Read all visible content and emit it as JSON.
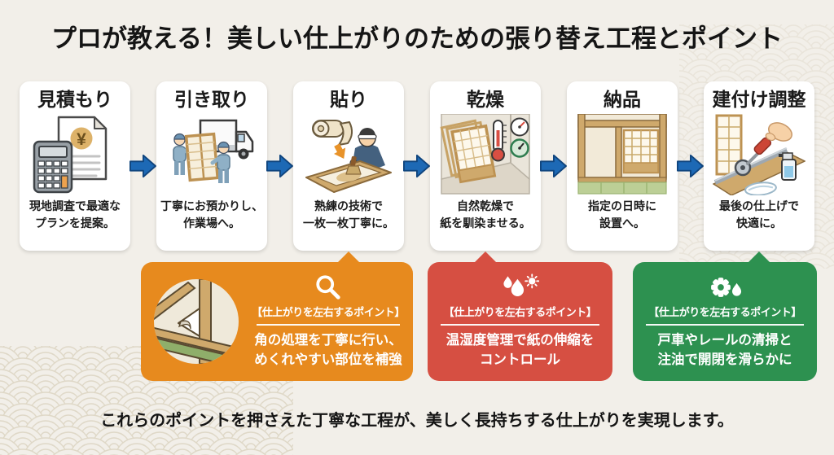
{
  "title": "プロが教える！美しい仕上がりのための張り替え工程とポイント",
  "footer": "これらのポイントを押さえた丁寧な工程が、美しく長持ちする仕上がりを実現します。",
  "colors": {
    "background": "#f2efe9",
    "card": "#ffffff",
    "arrow_blue": "#1d69b5",
    "point_orange": "#e78a1e",
    "point_red": "#d64f42",
    "point_green": "#2d9150",
    "title_text": "#151515"
  },
  "steps": [
    {
      "title": "見積もり",
      "desc": "現地調査で最適な\nプランを提案。",
      "icon": "estimate-illustration"
    },
    {
      "title": "引き取り",
      "desc": "丁寧にお預かりし、\n作業場へ。",
      "icon": "pickup-illustration"
    },
    {
      "title": "貼り",
      "desc": "熟練の技術で\n一枚一枚丁寧に。",
      "icon": "pasting-illustration"
    },
    {
      "title": "乾燥",
      "desc": "自然乾燥で\n紙を馴染ませる。",
      "icon": "drying-illustration"
    },
    {
      "title": "納品",
      "desc": "指定の日時に\n設置へ。",
      "icon": "delivery-illustration"
    },
    {
      "title": "建付け調整",
      "desc": "最後の仕上げで\n快適に。",
      "icon": "adjustment-illustration"
    }
  ],
  "points": [
    {
      "heading": "【仕上がりを左右するポイント】",
      "text": "角の処理を丁寧に行い、\nめくれやすい部位を補強",
      "icon": "magnifier-icon",
      "color": "#e78a1e"
    },
    {
      "heading": "【仕上がりを左右するポイント】",
      "text": "温湿度管理で紙の伸縮を\nコントロール",
      "icon": "droplets-sun-icon",
      "color": "#d64f42"
    },
    {
      "heading": "【仕上がりを左右するポイント】",
      "text": "戸車やレールの清掃と\n注油で開閉を滑らかに",
      "icon": "gear-droplet-icon",
      "color": "#2d9150"
    }
  ]
}
